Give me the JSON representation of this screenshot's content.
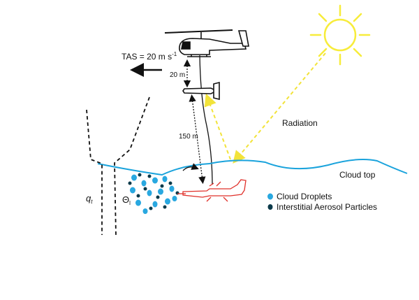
{
  "labels": {
    "tas": "TAS = 20 m s",
    "tas_unit_sup": "-1",
    "dist_upper": "20 m",
    "dist_lower": "150 m",
    "radiation": "Radiation",
    "cloud_top": "Cloud top",
    "qt_main": "q",
    "qt_sub": "t",
    "theta_main": "Θ",
    "theta_sub": "l"
  },
  "legend": [
    {
      "label": "Cloud Droplets",
      "color": "#29a8e0"
    },
    {
      "label": "Interstitial Aerosol Particles",
      "color": "#0b3a4a"
    }
  ],
  "colors": {
    "cloud_line": "#1aa3dc",
    "sun": "#f7ec3b",
    "radiation_arrows": "#f2e33a",
    "cloud_droplet": "#29a8e0",
    "aerosol_particle": "#0b3a4a",
    "sensor_platform": "#e0312b",
    "outline": "#111111"
  },
  "icons": [
    "sun-icon",
    "helicopter-icon",
    "probe-icon",
    "sensor-platform-icon",
    "flight-direction-arrow-icon"
  ]
}
